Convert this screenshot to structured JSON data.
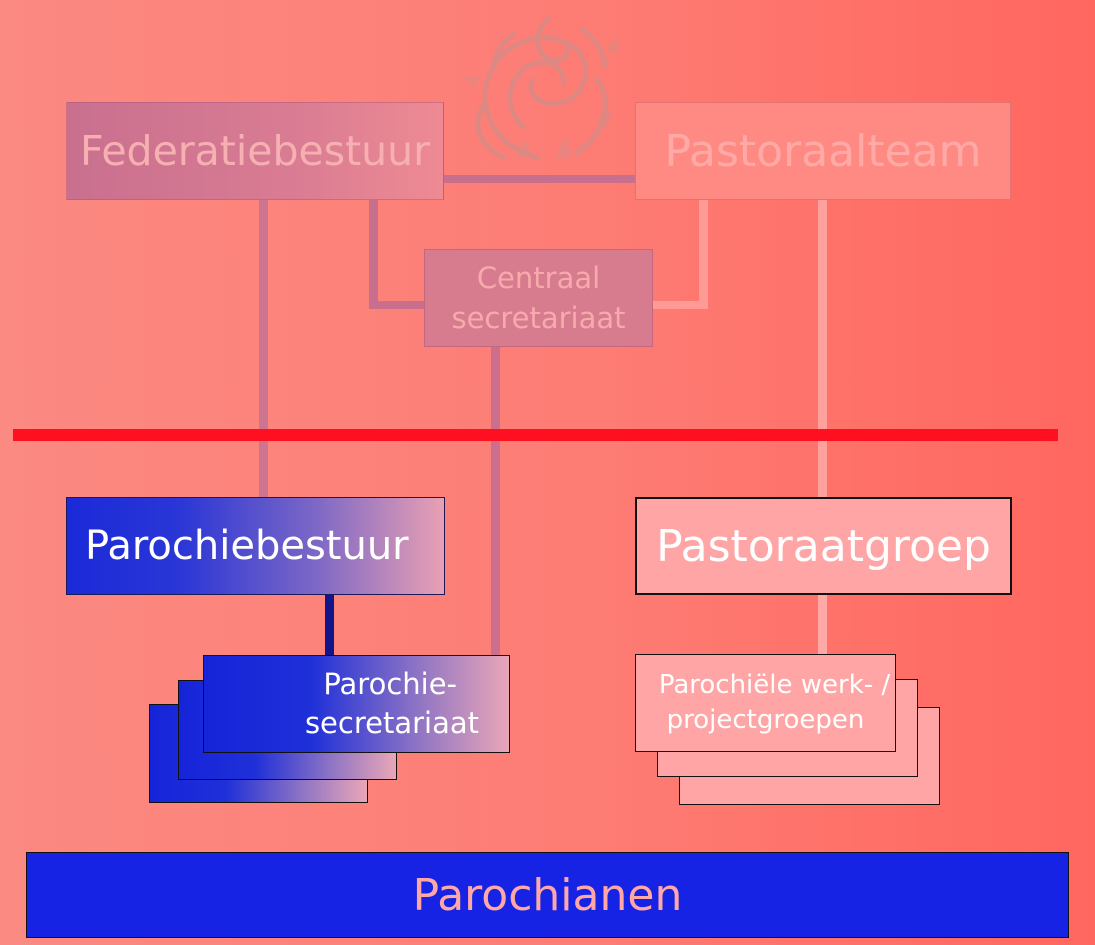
{
  "colors": {
    "background_left": "#fb8a82",
    "background_right": "#ff675f",
    "divider": "#ff1020",
    "parochianen_bar": "#1623e4",
    "blue_box": "#1a2ad8",
    "pink_box": "#ffa5a5"
  },
  "logo": {
    "icon": "phoenix-logo-icon"
  },
  "boxes": {
    "federatiebestuur": "Federatiebestuur",
    "pastoraalteam": "Pastoraalteam",
    "centraal_secretariaat_line1": "Centraal",
    "centraal_secretariaat_line2": "secretariaat",
    "parochiebestuur": "Parochiebestuur",
    "pastoraatgroep": "Pastoraatgroep",
    "parochiesecretariaat_line1": "Parochie-",
    "parochiesecretariaat_line2": "secretariaat",
    "werkgroepen_line1": "Parochiële werk- /",
    "werkgroepen_line2": "projectgroepen",
    "parochianen": "Parochianen"
  }
}
